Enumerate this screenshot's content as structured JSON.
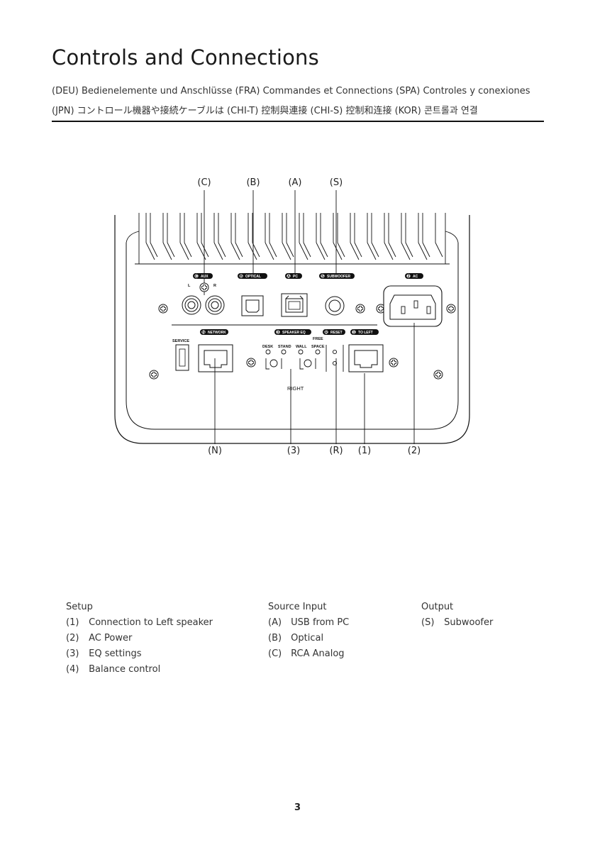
{
  "page": {
    "title": "Controls and Connections",
    "lang_line1": "(DEU) Bedienelemente und Anschlüsse   (FRA) Commandes et Connections   (SPA) Controles y conexiones",
    "lang_line2": "(JPN) コントロール機器や接続ケーブルは   (CHI-T) 控制與連接   (CHI-S) 控制和连接   (KOR) 콘트롤과 연결",
    "page_number": "3"
  },
  "diagram": {
    "top_callouts": [
      "(C)",
      "(B)",
      "(A)",
      "(S)"
    ],
    "bottom_callouts": [
      "(N)",
      "(3)",
      "(R)",
      "(1)",
      "(2)"
    ],
    "port_labels": {
      "aux": "AUX",
      "aux_letter": "C",
      "optical": "OPTICAL",
      "optical_letter": "B",
      "pc": "PC",
      "pc_letter": "A",
      "subwoofer": "SUBWOOFER",
      "subwoofer_letter": "S",
      "ac": "AC",
      "ac_letter": "2",
      "network": "NETWORK",
      "network_letter": "N",
      "speaker_eq": "SPEAKER EQ",
      "speaker_eq_letter": "3",
      "reset": "RESET",
      "reset_letter": "R",
      "to_left": "TO LEFT",
      "to_left_letter": "1"
    },
    "small_labels": {
      "l": "L",
      "r": "R",
      "service": "SERVICE",
      "desk": "DESK",
      "stand": "STAND",
      "wall": "WALL",
      "free": "FREE",
      "space": "SPACE",
      "right": "RIGHT"
    }
  },
  "legend": {
    "setup": {
      "heading": "Setup",
      "items": [
        {
          "num": "(1)",
          "text": "Connection to Left speaker"
        },
        {
          "num": "(2)",
          "text": "AC Power"
        },
        {
          "num": "(3)",
          "text": "EQ settings"
        },
        {
          "num": "(4)",
          "text": "Balance control"
        }
      ]
    },
    "source": {
      "heading": "Source Input",
      "items": [
        {
          "num": "(A)",
          "text": "USB from PC"
        },
        {
          "num": "(B)",
          "text": "Optical"
        },
        {
          "num": "(C)",
          "text": "RCA Analog"
        }
      ]
    },
    "output": {
      "heading": "Output",
      "items": [
        {
          "num": "(S)",
          "text": "Subwoofer"
        }
      ]
    }
  }
}
